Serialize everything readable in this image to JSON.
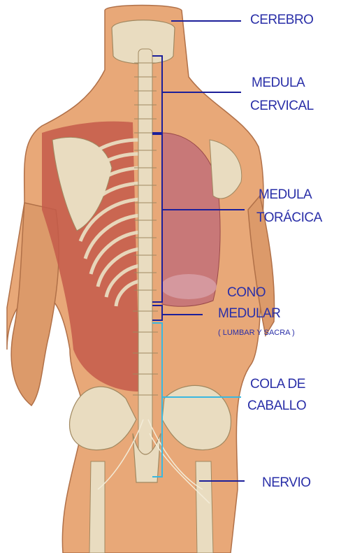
{
  "labels": {
    "cerebro": "CEREBRO",
    "medula_cervical_1": "MEDULA",
    "medula_cervical_2": "CERVICAL",
    "medula_toracica_1": "MEDULA",
    "medula_toracica_2": "TORÁCICA",
    "cono_medular_1": "CONO",
    "cono_medular_2": "MEDULAR",
    "cono_medular_3": "( LUMBAR Y SACRA )",
    "cola_caballo_1": "COLA DE",
    "cola_caballo_2": "CABALLO",
    "nervio": "NERVIO"
  },
  "colors": {
    "label_text": "#2a2fa8",
    "leader_dark": "#1c1f9a",
    "leader_cyan": "#3ab8e0",
    "skin": "#e8a878",
    "muscle": "#c45a4a",
    "lung": "#c87878",
    "bone": "#e9dcc0"
  }
}
